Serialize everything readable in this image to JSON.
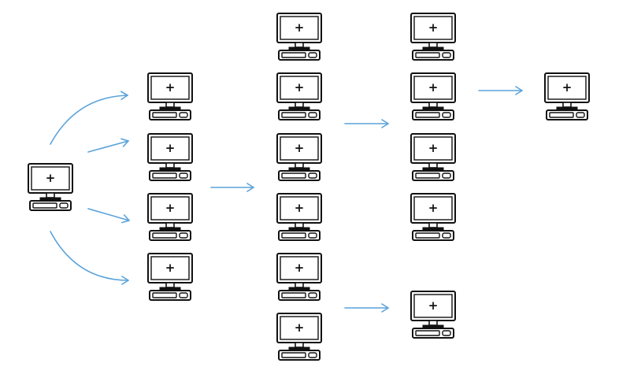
{
  "diagram": {
    "node_icon": "desktop-computer-plus-icon",
    "node_glyph": "+",
    "arrow_color": "#5aa3da",
    "stroke_color": "#111111",
    "background": "#ffffff",
    "columns": [
      {
        "name": "origin",
        "node_count": 1
      },
      {
        "name": "column-1",
        "node_count": 4
      },
      {
        "name": "column-2",
        "node_count": 6
      },
      {
        "name": "column-3",
        "node_count": 5
      },
      {
        "name": "column-4",
        "node_count": 1
      }
    ],
    "connections": [
      {
        "from": "origin",
        "to": "column-1",
        "kind": "fan-out",
        "arrow_count": 4
      },
      {
        "from": "column-1",
        "to": "column-2",
        "kind": "straight",
        "arrow_count": 1
      },
      {
        "from": "column-2 upper group",
        "to": "column-3 upper group",
        "kind": "straight",
        "arrow_count": 1
      },
      {
        "from": "column-2 lower group",
        "to": "column-3 lower node",
        "kind": "straight",
        "arrow_count": 1
      },
      {
        "from": "column-3",
        "to": "column-4",
        "kind": "straight",
        "arrow_count": 1
      }
    ]
  }
}
